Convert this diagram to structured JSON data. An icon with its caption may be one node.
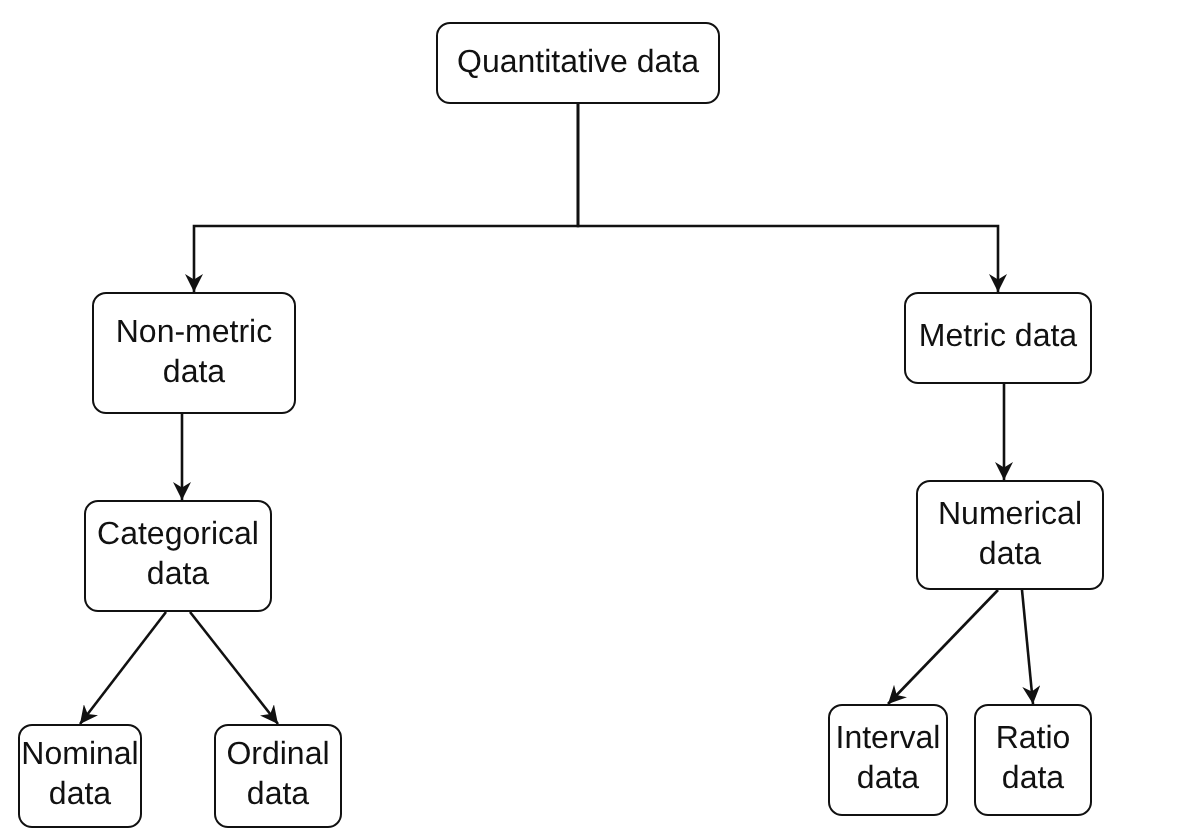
{
  "diagram": {
    "nodes": [
      {
        "text": [
          "Quantitative data"
        ]
      },
      {
        "text": [
          "Non-metric data"
        ]
      },
      {
        "text": [
          "Categorical data"
        ]
      },
      {
        "text": [
          "Nominal data"
        ]
      },
      {
        "text": [
          "Ordinal data"
        ]
      },
      {
        "text": [
          "Metric data"
        ]
      },
      {
        "text": [
          "Numerical data"
        ]
      },
      {
        "text": [
          "Interval data"
        ]
      },
      {
        "text": [
          "Ratio data"
        ]
      }
    ],
    "edges": [
      {
        "from": 0,
        "to": 1,
        "arrow": "to"
      },
      {
        "from": 0,
        "to": 5,
        "arrow": "to"
      },
      {
        "from": 1,
        "to": 2,
        "arrow": "to"
      },
      {
        "from": 2,
        "to": 3,
        "arrow": "to"
      },
      {
        "from": 2,
        "to": 4,
        "arrow": "to"
      },
      {
        "from": 5,
        "to": 6,
        "arrow": "to"
      },
      {
        "from": 6,
        "to": 7,
        "arrow": "to"
      },
      {
        "from": 6,
        "to": 8,
        "arrow": "to"
      }
    ]
  }
}
